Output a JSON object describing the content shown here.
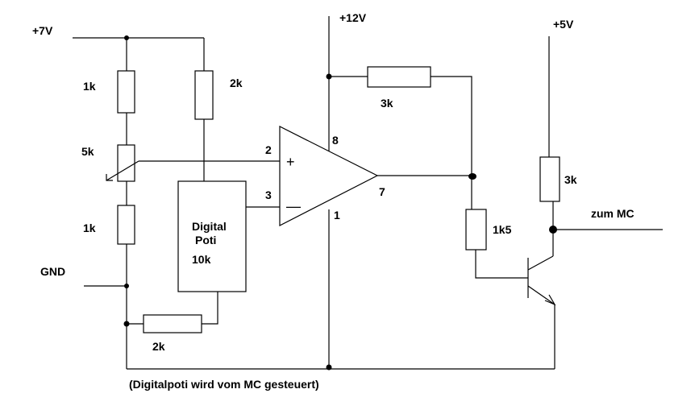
{
  "rails": {
    "v7": "+7V",
    "v12": "+12V",
    "v5": "+5V",
    "gnd": "GND"
  },
  "resistors": {
    "r1_top": "1k",
    "pot": "5k",
    "r1_bottom": "1k",
    "r2k_top": "2k",
    "r2k_bottom": "2k",
    "r3k_feedback": "3k",
    "r1k5": "1k5",
    "r3k_collector": "3k"
  },
  "opamp": {
    "pin_noninv": "2",
    "pin_inv": "3",
    "pin_vcc": "8",
    "pin_out": "7",
    "pin_gnd": "1",
    "plus_sign": "+",
    "minus_sign": "—"
  },
  "digipot": {
    "line1": "Digital",
    "line2": "Poti",
    "line3": "10k"
  },
  "output": {
    "label": "zum MC"
  },
  "note": "(Digitalpoti wird vom MC gesteuert)"
}
